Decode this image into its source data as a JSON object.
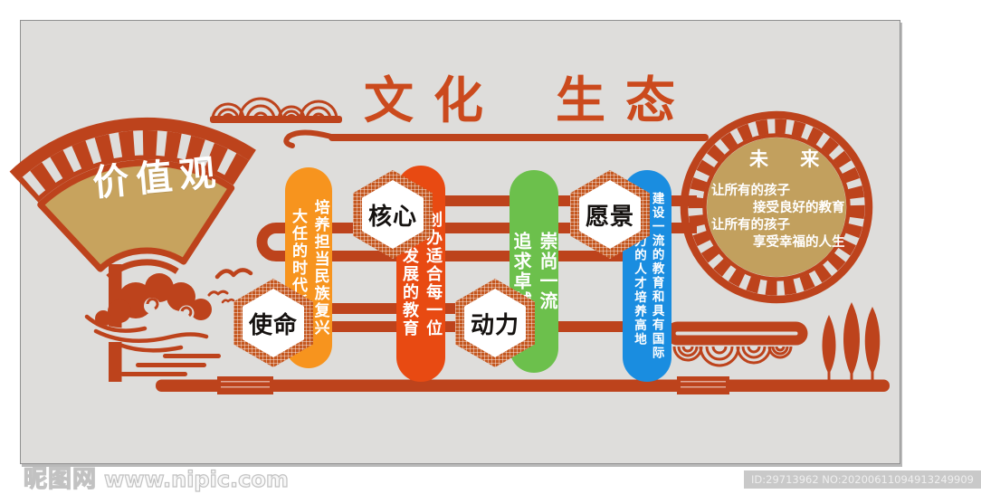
{
  "title": {
    "part1": "文化",
    "part2": "生态"
  },
  "fan": {
    "label": "价值观"
  },
  "pills": [
    {
      "badge": "使命",
      "line1": "培养担当民族复兴",
      "line2": "大任的时代新人",
      "color": "#f7941e"
    },
    {
      "badge": "核心",
      "line1": "创办适合每一位",
      "line2": "学生发展的教育",
      "color": "#e84a12"
    },
    {
      "badge": "动力",
      "line1": "崇尚一流",
      "line2": "追求卓越",
      "color": "#6cc04c"
    },
    {
      "badge": "愿景",
      "line1": "建设一流的教育和具有国际",
      "line2": "竞争力的人才培养高地",
      "color": "#1a8de0"
    }
  ],
  "future": {
    "title": "未 来",
    "lines": [
      "让所有的孩子",
      "接受良好的教育",
      "让所有的孩子",
      "享受幸福的人生"
    ]
  },
  "watermark": {
    "site_name": "昵图网",
    "site_url": "www.nipic.com",
    "id_label": "ID:29713962 NO:20200611094913249909"
  },
  "colors": {
    "structure": "#bd431c",
    "title_text": "#cb4a1d",
    "gold_fan": "#c7a35e",
    "gold_circle": "#c2a05e",
    "panel_bg": "#dedddb",
    "hex_border": "#c4571f",
    "pill_orange": "#f7941e",
    "pill_red": "#e84a12",
    "pill_green": "#6cc04c",
    "pill_blue": "#1a8de0"
  }
}
